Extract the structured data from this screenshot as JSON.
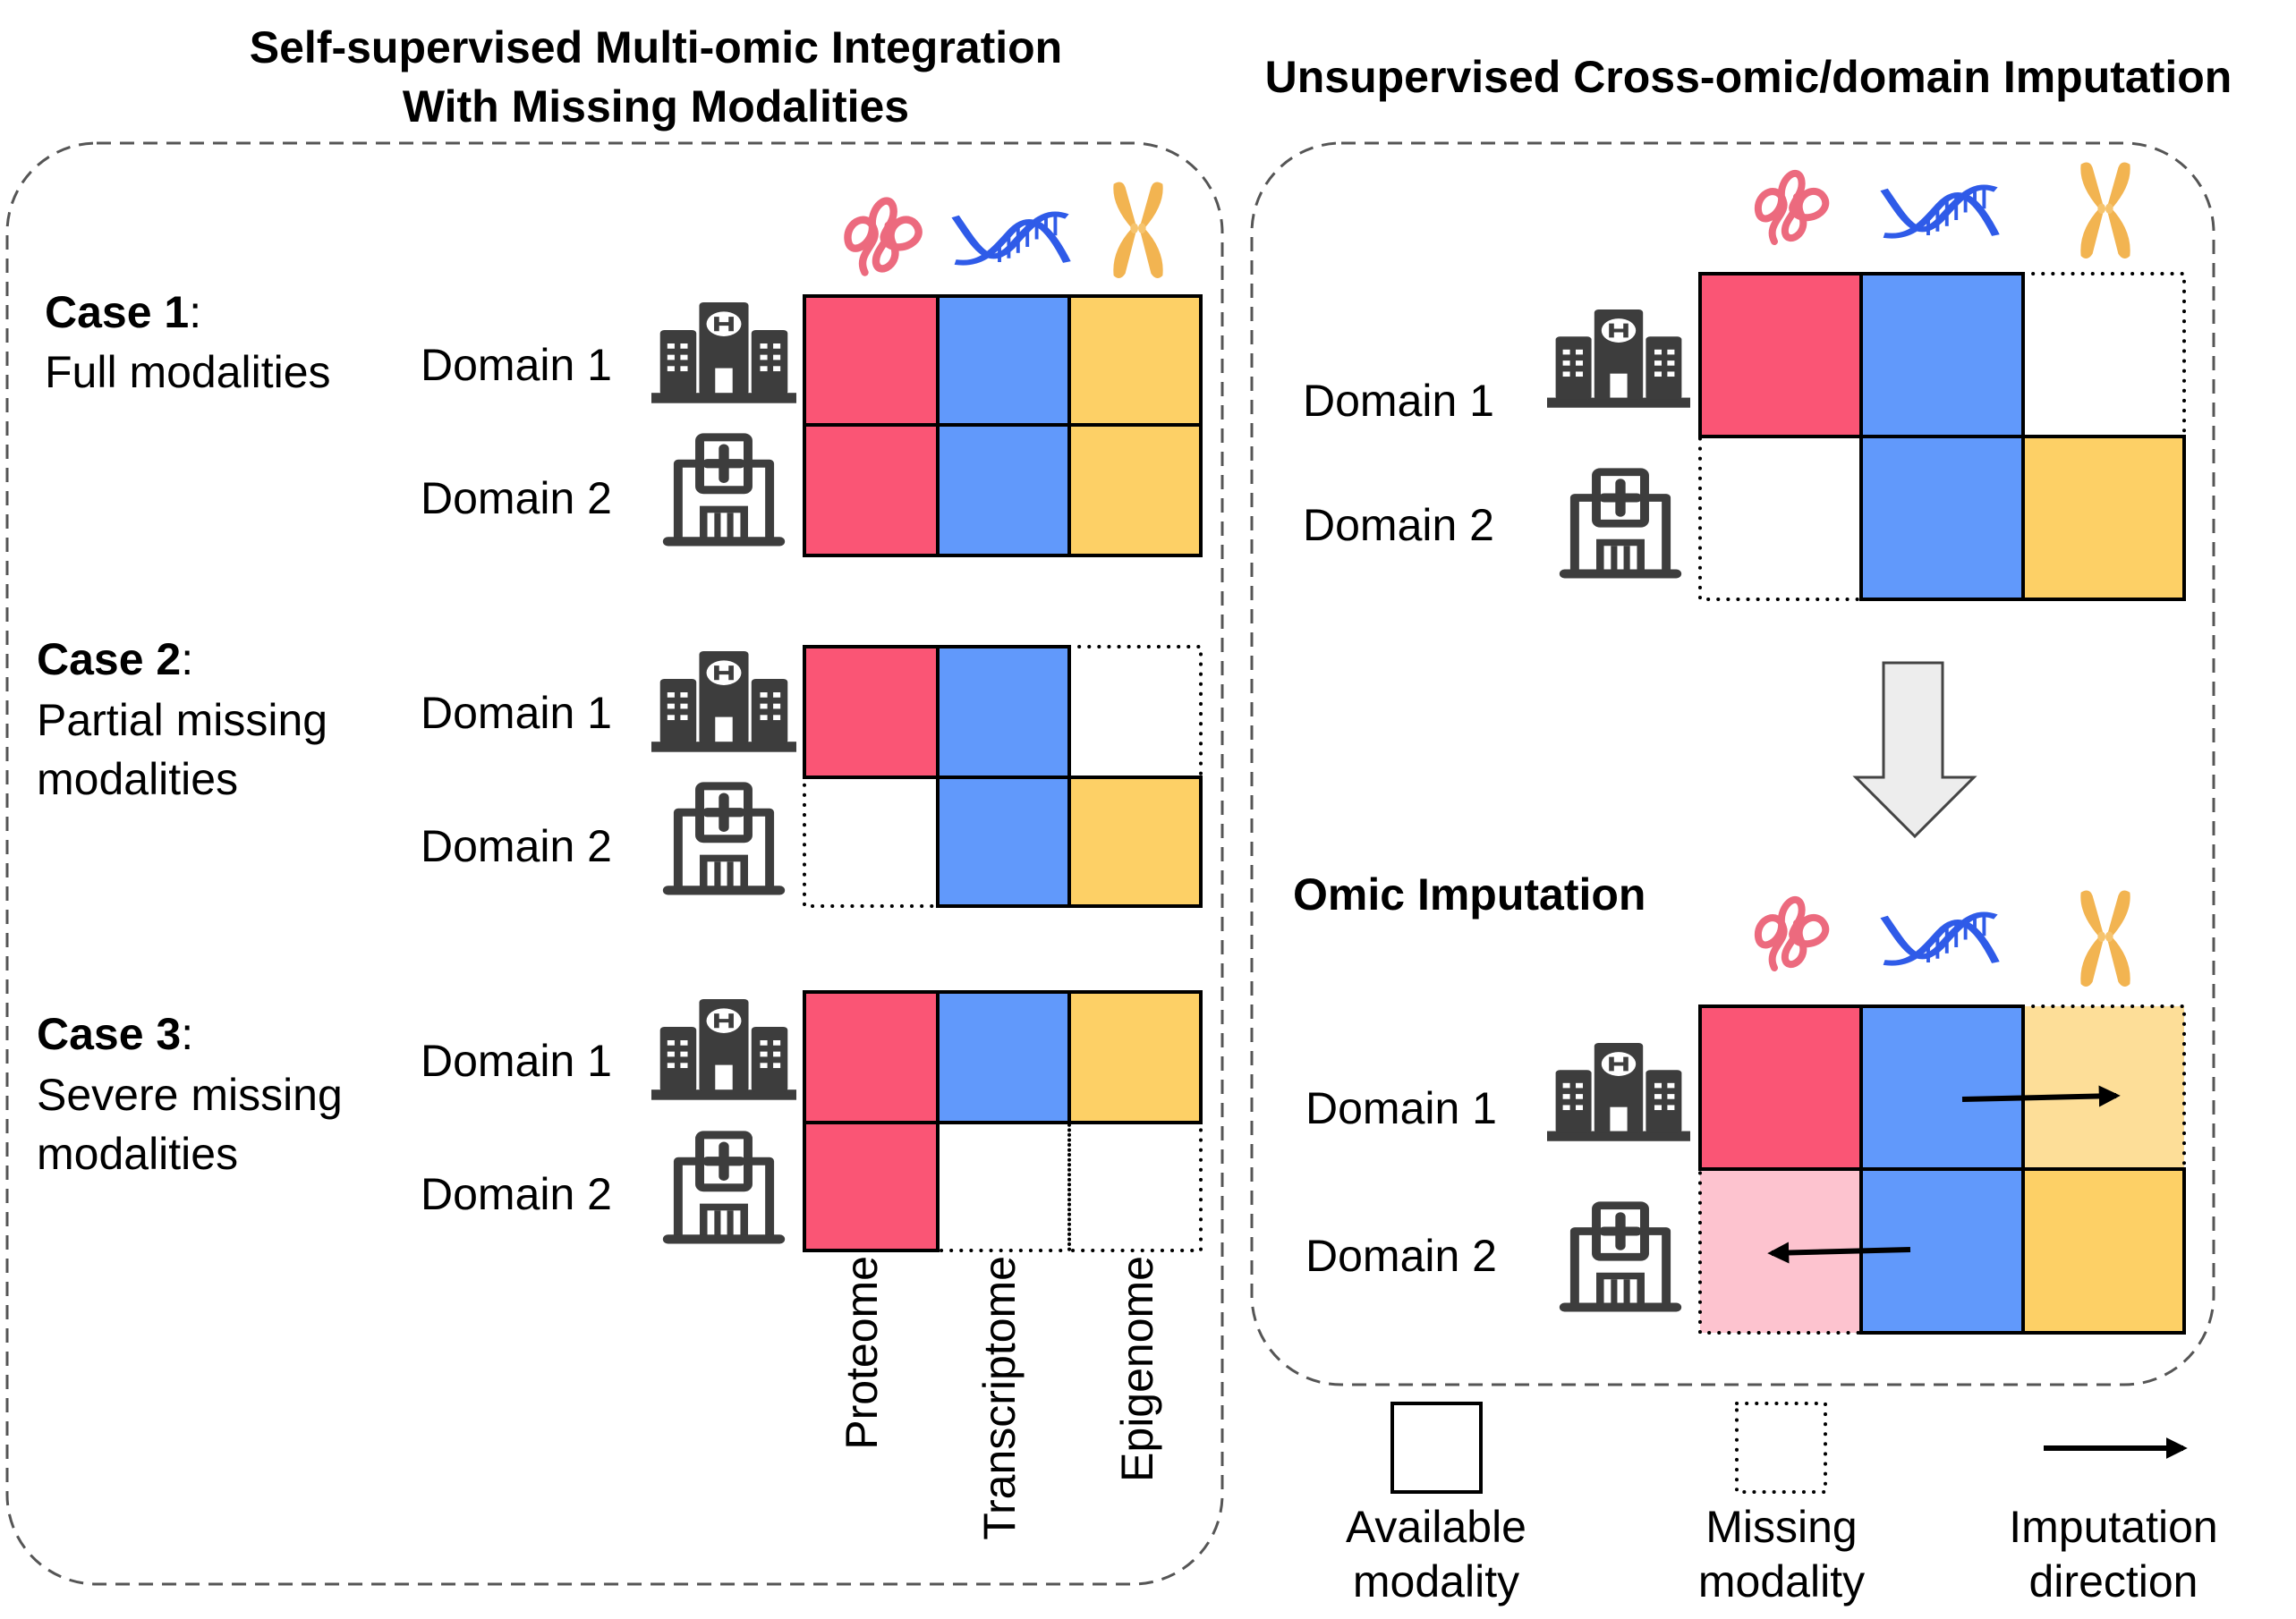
{
  "left_panel": {
    "title_line1": "Self-supervised Multi-omic Integration",
    "title_line2": "With Missing Modalities",
    "cases": [
      {
        "label": "Case 1",
        "colon": ":",
        "desc_line1": "Full modalities",
        "desc_line2": "",
        "domains": [
          "Domain 1",
          "Domain 2"
        ],
        "cells": [
          [
            "available",
            "available",
            "available"
          ],
          [
            "available",
            "available",
            "available"
          ]
        ]
      },
      {
        "label": "Case 2",
        "colon": ":",
        "desc_line1": "Partial missing",
        "desc_line2": "modalities",
        "domains": [
          "Domain 1",
          "Domain 2"
        ],
        "cells": [
          [
            "available",
            "available",
            "missing"
          ],
          [
            "missing",
            "available",
            "available"
          ]
        ]
      },
      {
        "label": "Case 3",
        "colon": ":",
        "desc_line1": "Severe missing",
        "desc_line2": "modalities",
        "domains": [
          "Domain 1",
          "Domain 2"
        ],
        "cells": [
          [
            "available",
            "available",
            "available"
          ],
          [
            "available",
            "missing",
            "missing"
          ]
        ]
      }
    ],
    "columns": [
      "Proteome",
      "Transcriptome",
      "Epigenome"
    ]
  },
  "right_panel": {
    "title": "Unsupervised Cross-omic/domain Imputation",
    "input_grid": {
      "domains": [
        "Domain 1",
        "Domain 2"
      ],
      "cells": [
        [
          "available",
          "available",
          "missing"
        ],
        [
          "missing",
          "available",
          "available"
        ]
      ]
    },
    "imputation_label": "Omic Imputation",
    "output_grid": {
      "domains": [
        "Domain 1",
        "Domain 2"
      ],
      "cells": [
        [
          "available",
          "available",
          "imputed"
        ],
        [
          "imputed",
          "available",
          "available"
        ]
      ]
    }
  },
  "legend": {
    "available_line1": "Available",
    "available_line2": "modality",
    "missing_line1": "Missing",
    "missing_line2": "modality",
    "imputation_line1": "Imputation",
    "imputation_line2": "direction"
  },
  "colors": {
    "proteome": "#FA5575",
    "transcriptome": "#6199FB",
    "epigenome": "#FDD066",
    "proteome_imputed": "#FDC3CF",
    "epigenome_imputed": "#FDDE98",
    "icon_dark": "#3D3D3D",
    "dna": "#2F5BE8",
    "protein": "#EC6A7E",
    "chromosome": "#F2B451"
  },
  "icons": [
    "protein-icon",
    "dna-icon",
    "chromosome-icon",
    "hospital-icon",
    "clinic-icon",
    "arrow-down-icon"
  ]
}
